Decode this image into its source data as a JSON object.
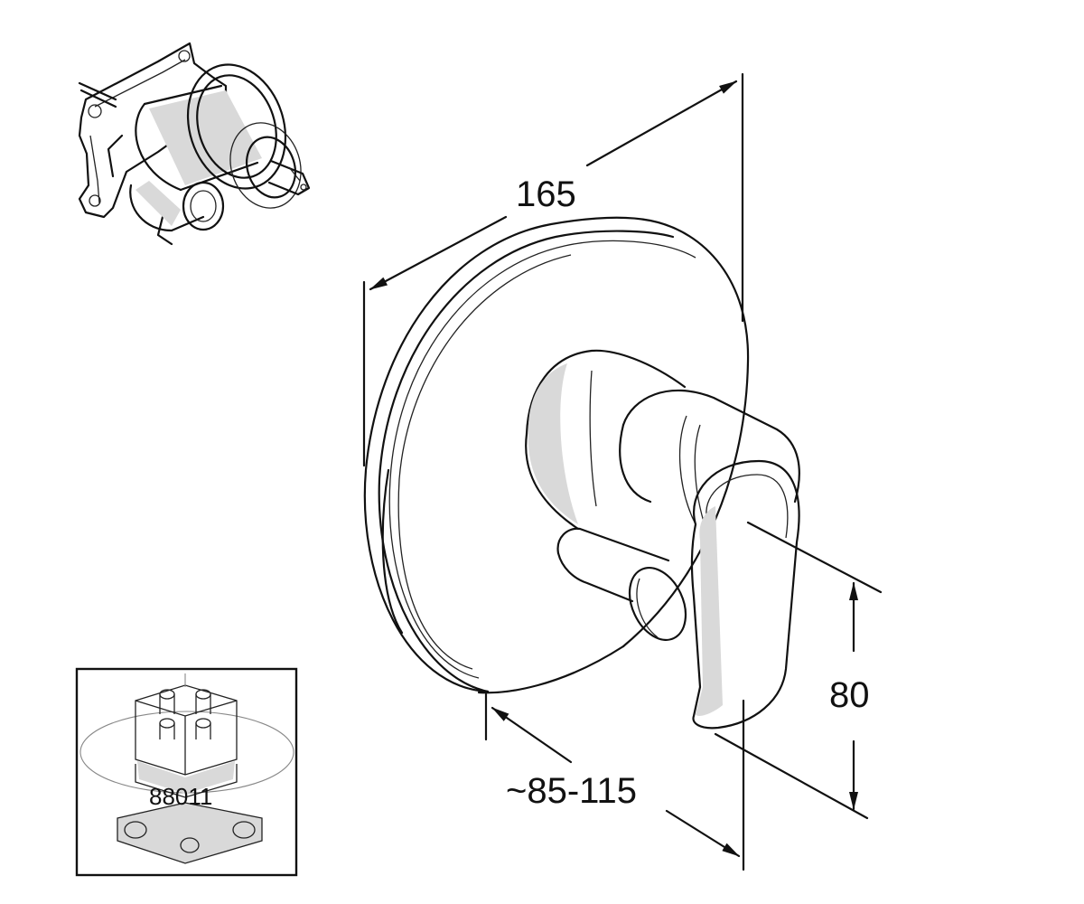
{
  "dimensions": {
    "diameter": "165",
    "projection": "~85-115",
    "lever_height": "80"
  },
  "inset": {
    "part_number": "88011"
  }
}
